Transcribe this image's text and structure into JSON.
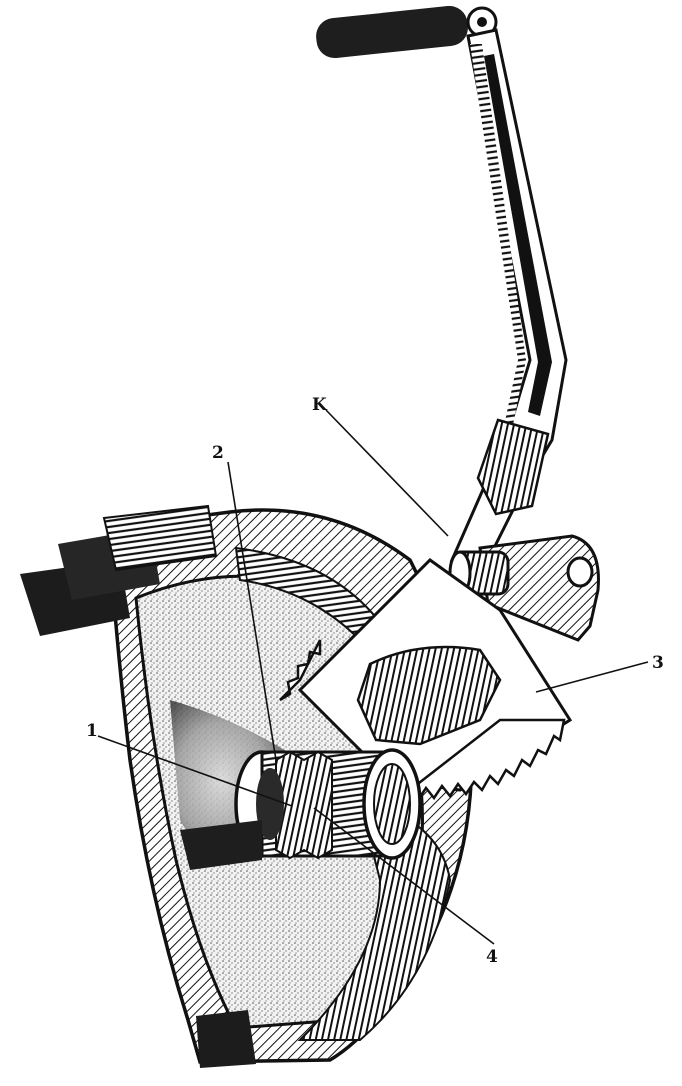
{
  "figure": {
    "labels": {
      "k": "K",
      "one": "1",
      "two": "2",
      "three": "3",
      "four": "4"
    },
    "colors": {
      "ink": "#111111",
      "paper": "#ffffff",
      "stipple": "#8a8a8a",
      "dark_shadow": "#2a2a2a"
    }
  }
}
